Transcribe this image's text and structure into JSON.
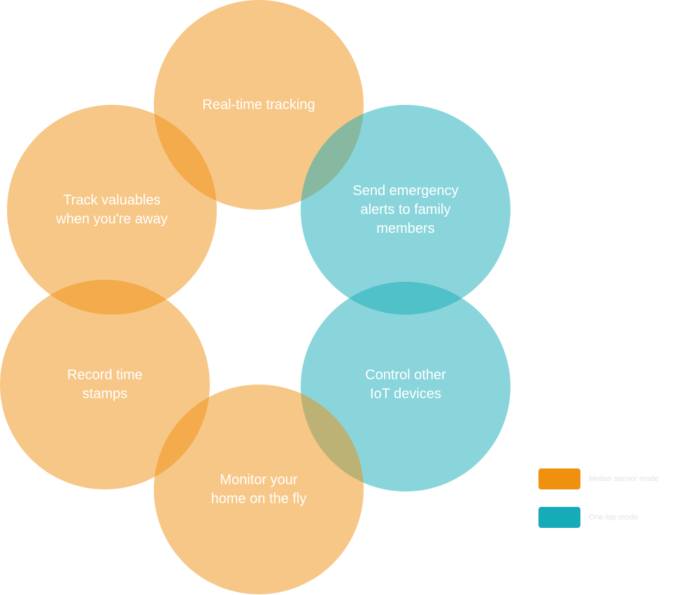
{
  "colors": {
    "motion": "#f0900f",
    "one_tap": "#16abb8",
    "label_text": "#ffffff",
    "legend_text": "#e2e2e2"
  },
  "circles": [
    {
      "name": "real-time-tracking",
      "group": "motion",
      "lines": [
        "Real-time tracking"
      ]
    },
    {
      "name": "send-emergency-alerts",
      "group": "one_tap",
      "lines": [
        "Send emergency",
        "alerts to family",
        "members"
      ]
    },
    {
      "name": "control-iot-devices",
      "group": "one_tap",
      "lines": [
        "Control other",
        "IoT devices"
      ]
    },
    {
      "name": "monitor-home",
      "group": "motion",
      "lines": [
        "Monitor your",
        "home on the fly"
      ]
    },
    {
      "name": "record-time-stamps",
      "group": "motion",
      "lines": [
        "Record time",
        "stamps"
      ]
    },
    {
      "name": "track-valuables",
      "group": "motion",
      "lines": [
        "Track valuables",
        "when you're away"
      ]
    }
  ],
  "legend": [
    {
      "group": "motion",
      "label": "Motion sensor mode"
    },
    {
      "group": "one_tap",
      "label": "One-tap mode"
    }
  ]
}
